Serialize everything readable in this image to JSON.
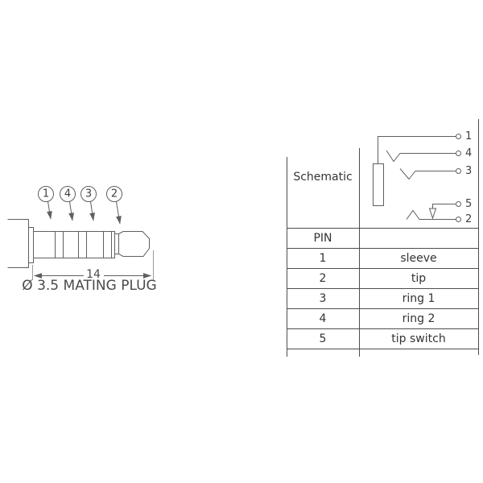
{
  "drawing": {
    "caption": "Ø 3.5 MATING PLUG",
    "dimension_label": "14",
    "callouts": [
      "1",
      "4",
      "3",
      "2"
    ]
  },
  "schematic": {
    "label": "Schematic",
    "pins": [
      "1",
      "4",
      "3",
      "5",
      "2"
    ]
  },
  "table": {
    "header": "PIN",
    "rows": [
      {
        "pin": "1",
        "name": "sleeve"
      },
      {
        "pin": "2",
        "name": "tip"
      },
      {
        "pin": "3",
        "name": "ring 1"
      },
      {
        "pin": "4",
        "name": "ring 2"
      },
      {
        "pin": "5",
        "name": "tip switch"
      }
    ]
  },
  "colors": {
    "line": "#5f5f5f",
    "table_line": "#4d4d4d",
    "text": "#333333",
    "background": "#ffffff"
  }
}
